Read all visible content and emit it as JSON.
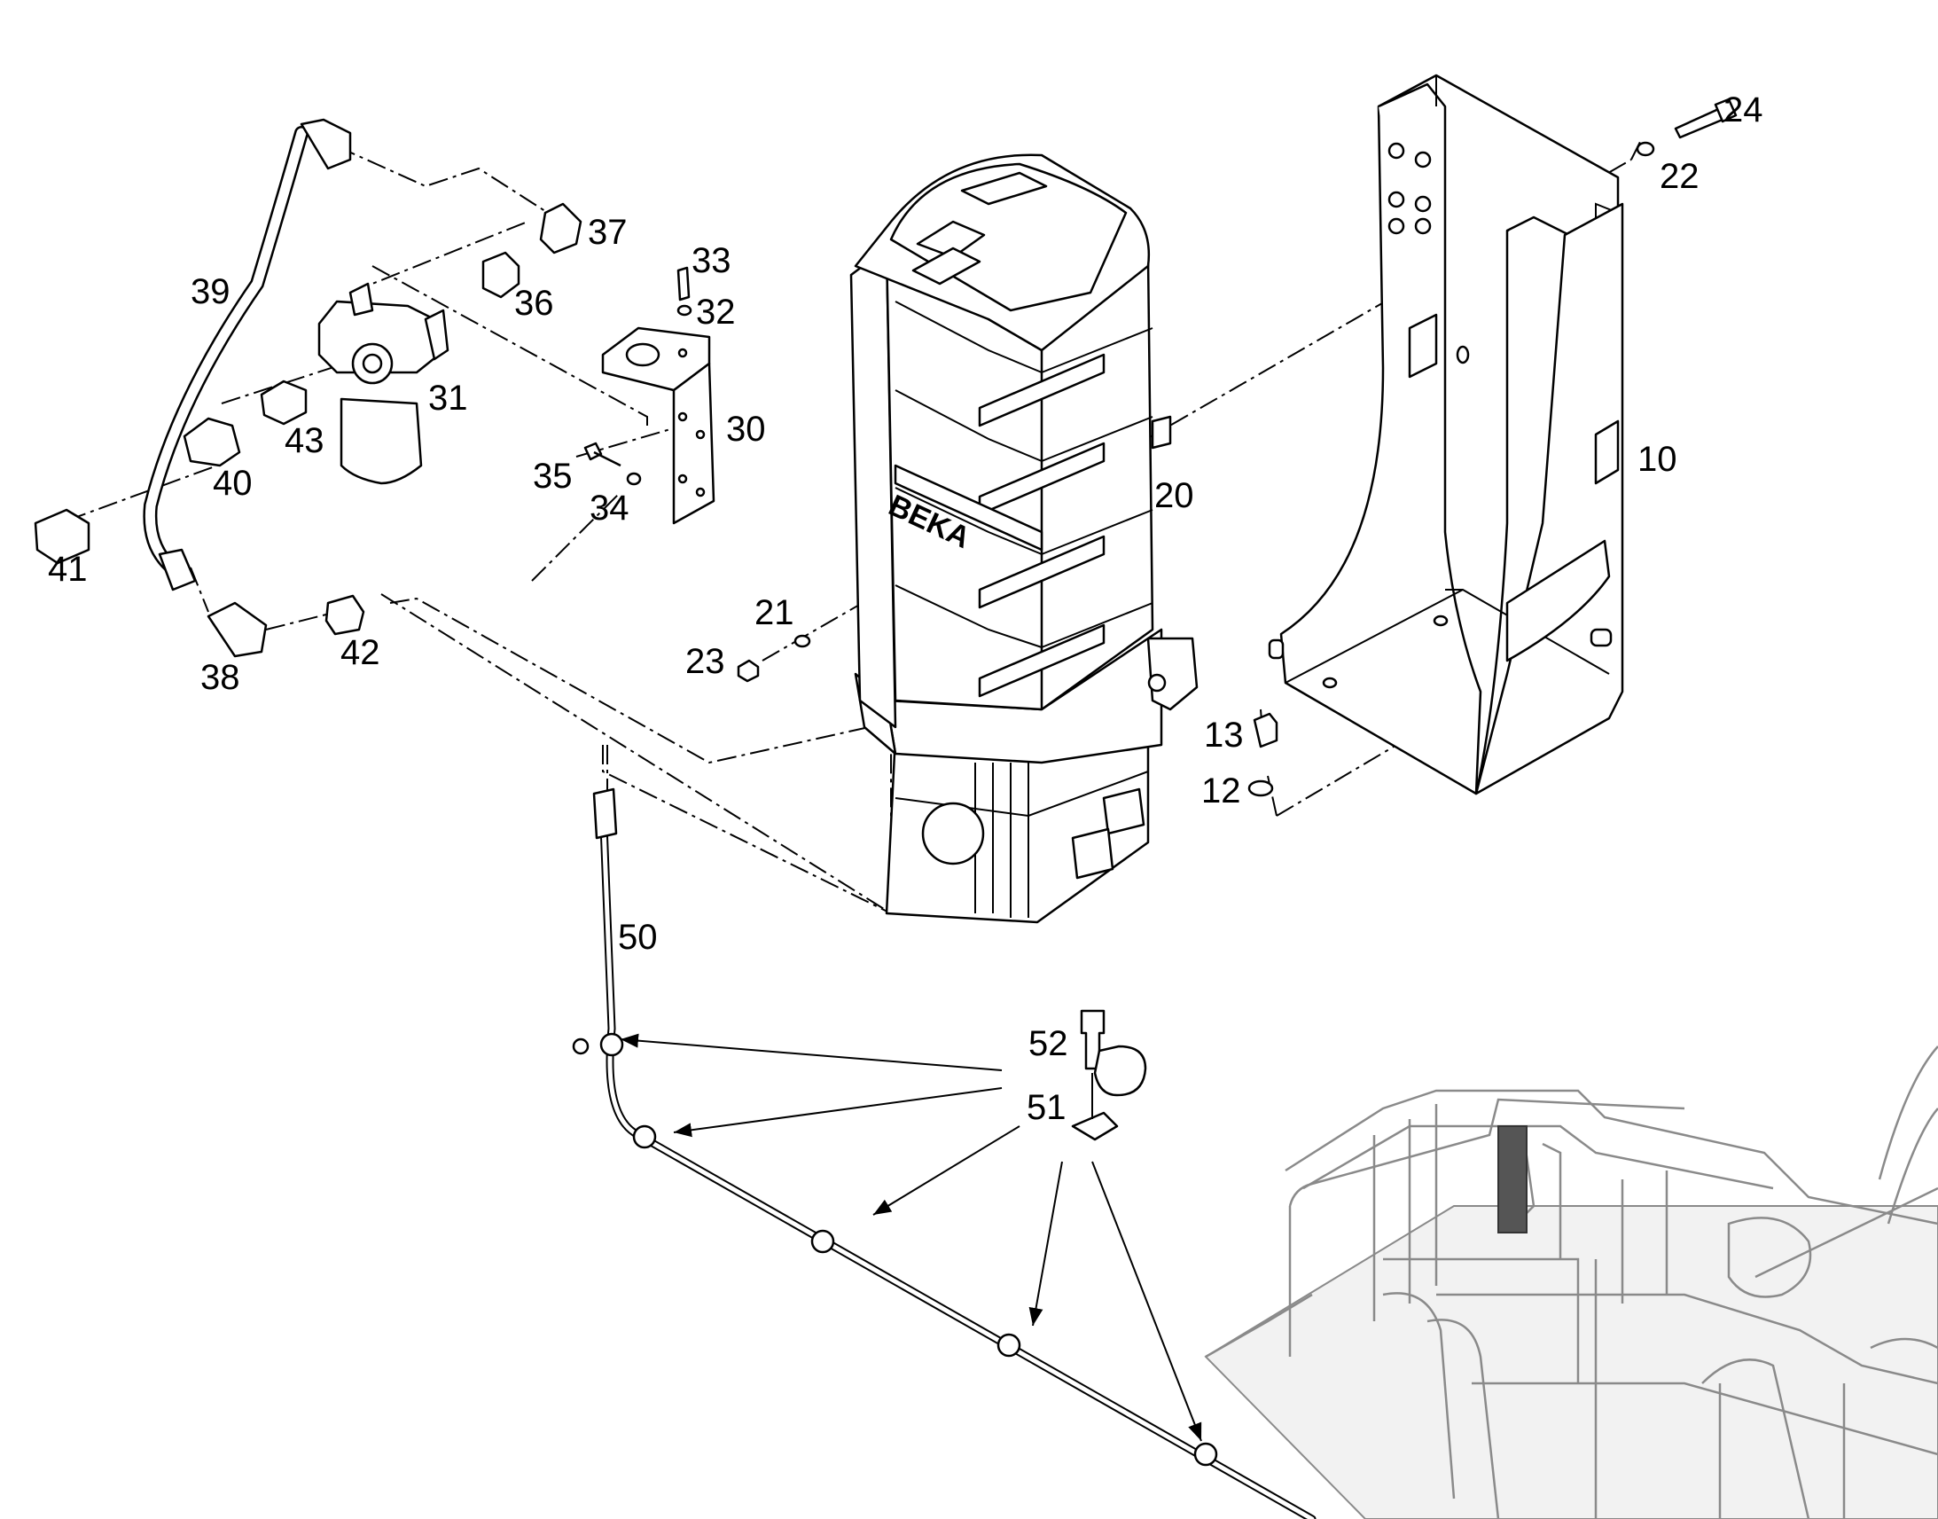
{
  "diagram": {
    "brand_text": "BEKA",
    "labels": [
      {
        "id": "10",
        "text": "10"
      },
      {
        "id": "12",
        "text": "12"
      },
      {
        "id": "13",
        "text": "13"
      },
      {
        "id": "20",
        "text": "20"
      },
      {
        "id": "21",
        "text": "21"
      },
      {
        "id": "22",
        "text": "22"
      },
      {
        "id": "23",
        "text": "23"
      },
      {
        "id": "24",
        "text": "24"
      },
      {
        "id": "30",
        "text": "30"
      },
      {
        "id": "31",
        "text": "31"
      },
      {
        "id": "32",
        "text": "32"
      },
      {
        "id": "33",
        "text": "33"
      },
      {
        "id": "34",
        "text": "34"
      },
      {
        "id": "35",
        "text": "35"
      },
      {
        "id": "36",
        "text": "36"
      },
      {
        "id": "37",
        "text": "37"
      },
      {
        "id": "38",
        "text": "38"
      },
      {
        "id": "39",
        "text": "39"
      },
      {
        "id": "40",
        "text": "40"
      },
      {
        "id": "41",
        "text": "41"
      },
      {
        "id": "42",
        "text": "42"
      },
      {
        "id": "43",
        "text": "43"
      },
      {
        "id": "50",
        "text": "50"
      },
      {
        "id": "51",
        "text": "51"
      },
      {
        "id": "52",
        "text": "52"
      }
    ]
  }
}
